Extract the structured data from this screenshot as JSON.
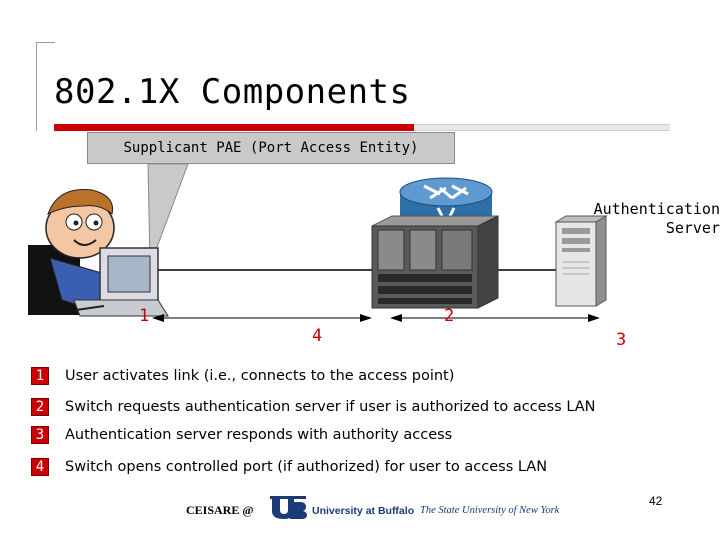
{
  "slide": {
    "title": "802.1X Components",
    "callout": "Supplicant PAE (Port Access Entity)",
    "auth_server_label_line1": "Authentication",
    "auth_server_label_line2": "Server"
  },
  "diagram": {
    "markers": {
      "m1": "1",
      "m2": "2",
      "m3": "3",
      "m4": "4"
    },
    "icons": [
      "user-at-computer-icon",
      "router-icon",
      "switch-chassis-icon",
      "server-tower-icon"
    ]
  },
  "legend": [
    {
      "number": "1",
      "text": "User activates link (i.e., connects to the access point)"
    },
    {
      "number": "2",
      "text": "Switch requests authentication server if user is authorized to access LAN"
    },
    {
      "number": "3",
      "text": "Authentication server responds with authority access"
    },
    {
      "number": "4",
      "text": "Switch opens controlled port (if authorized) for user to access LAN"
    }
  ],
  "footer": {
    "left_text": "CEISARE @",
    "university_name": "University at Buffalo",
    "university_sub": "The State University of New York",
    "page_number": "42"
  },
  "colors": {
    "accent_red": "#cc0000",
    "callout_gray": "#c9c9c9",
    "router_blue": "#2e6fa8",
    "ub_blue": "#1a3a78"
  }
}
